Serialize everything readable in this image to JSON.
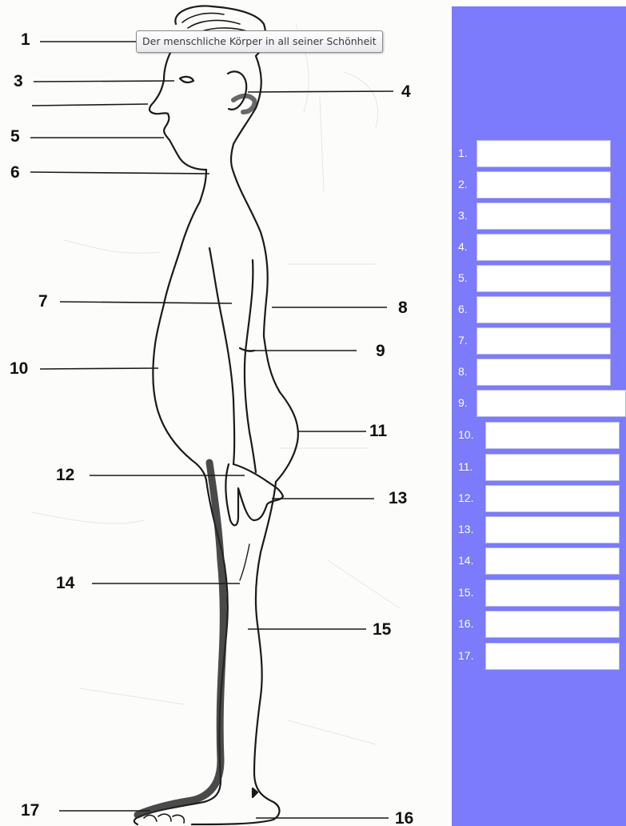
{
  "tooltip": {
    "text": "Der menschliche Körper in all seiner Schönheit"
  },
  "drawing": {
    "labels": [
      "1",
      "3",
      "4",
      "5",
      "6",
      "7",
      "8",
      "9",
      "10",
      "11",
      "12",
      "13",
      "14",
      "15",
      "16",
      "17"
    ]
  },
  "panel": {
    "color": "#7b7bfb",
    "rows": [
      {
        "label": "1.",
        "value": ""
      },
      {
        "label": "2.",
        "value": ""
      },
      {
        "label": "3.",
        "value": ""
      },
      {
        "label": "4.",
        "value": ""
      },
      {
        "label": "5.",
        "value": ""
      },
      {
        "label": "6.",
        "value": ""
      },
      {
        "label": "7.",
        "value": ""
      },
      {
        "label": "8.",
        "value": ""
      },
      {
        "label": "9.",
        "value": ""
      },
      {
        "label": "10.",
        "value": ""
      },
      {
        "label": "11.",
        "value": ""
      },
      {
        "label": "12.",
        "value": ""
      },
      {
        "label": "13.",
        "value": ""
      },
      {
        "label": "14.",
        "value": ""
      },
      {
        "label": "15.",
        "value": ""
      },
      {
        "label": "16.",
        "value": ""
      },
      {
        "label": "17.",
        "value": ""
      }
    ]
  }
}
